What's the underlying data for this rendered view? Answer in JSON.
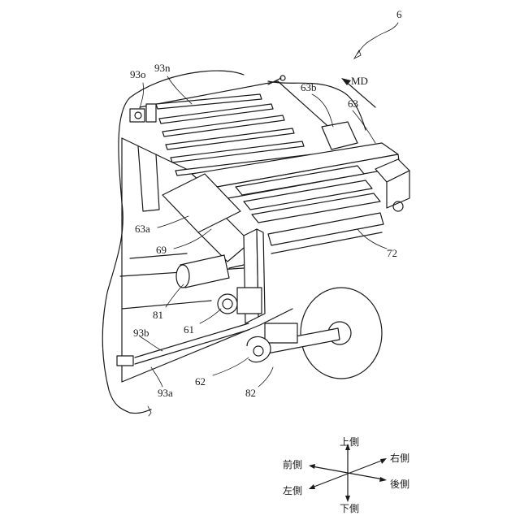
{
  "figure_number": "6",
  "direction_arrow": {
    "label": "MD"
  },
  "callouts": {
    "c93o": "93o",
    "c93n": "93n",
    "c63b": "63b",
    "c63": "63",
    "c63a": "63a",
    "c69": "69",
    "c72": "72",
    "c81": "81",
    "c61": "61",
    "c93b": "93b",
    "c62": "62",
    "c93a": "93a",
    "c82": "82"
  },
  "orientation_legend": {
    "top": "上側",
    "bottom": "下側",
    "front": "前側",
    "rear": "後側",
    "left": "左側",
    "right": "右側"
  }
}
